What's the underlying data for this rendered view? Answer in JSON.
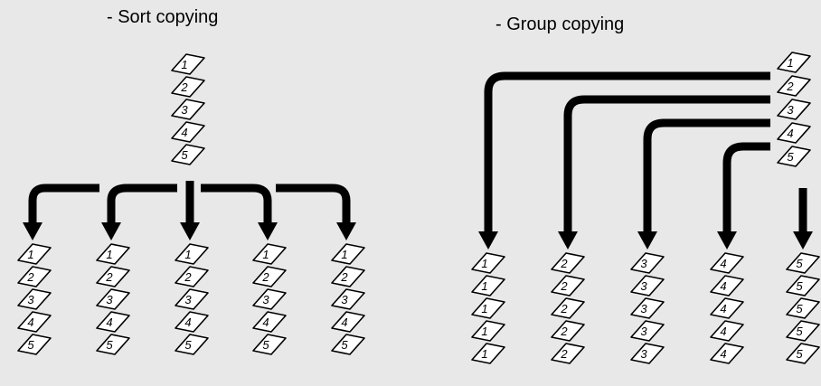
{
  "titles": {
    "sort": "- Sort copying",
    "group": "- Group copying"
  },
  "sort": {
    "original": [
      "1",
      "2",
      "3",
      "4",
      "5"
    ],
    "outputs": [
      [
        "1",
        "2",
        "3",
        "4",
        "5"
      ],
      [
        "1",
        "2",
        "3",
        "4",
        "5"
      ],
      [
        "1",
        "2",
        "3",
        "4",
        "5"
      ],
      [
        "1",
        "2",
        "3",
        "4",
        "5"
      ],
      [
        "1",
        "2",
        "3",
        "4",
        "5"
      ]
    ]
  },
  "group": {
    "original": [
      "1",
      "2",
      "3",
      "4",
      "5"
    ],
    "outputs": [
      [
        "1",
        "1",
        "1",
        "1",
        "1"
      ],
      [
        "2",
        "2",
        "2",
        "2",
        "2"
      ],
      [
        "3",
        "3",
        "3",
        "3",
        "3"
      ],
      [
        "4",
        "4",
        "4",
        "4",
        "4"
      ],
      [
        "5",
        "5",
        "5",
        "5",
        "5"
      ]
    ]
  }
}
